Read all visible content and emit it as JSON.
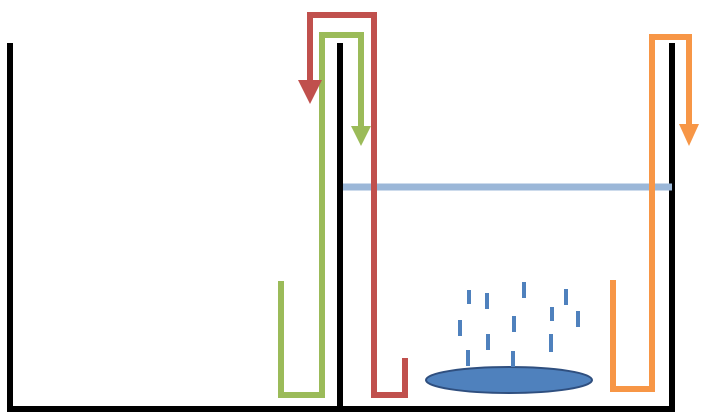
{
  "diagram": {
    "colors": {
      "wall": "#000000",
      "water_surface": "#9bb7d8",
      "siphon_red": "#c0504d",
      "siphon_green": "#9bbb59",
      "siphon_orange": "#f79646",
      "pool_fill": "#4f81bd",
      "pool_stroke": "#2f4f7f",
      "bubbles": "#4f81bd",
      "background": "#ffffff"
    },
    "elements": [
      "left-tank-wall",
      "middle-divider-wall",
      "right-tank-wall",
      "container-floor",
      "water-surface-line",
      "red-siphon-tube",
      "green-siphon-tube",
      "orange-siphon-tube",
      "pool-ellipse",
      "rising-bubbles"
    ]
  }
}
